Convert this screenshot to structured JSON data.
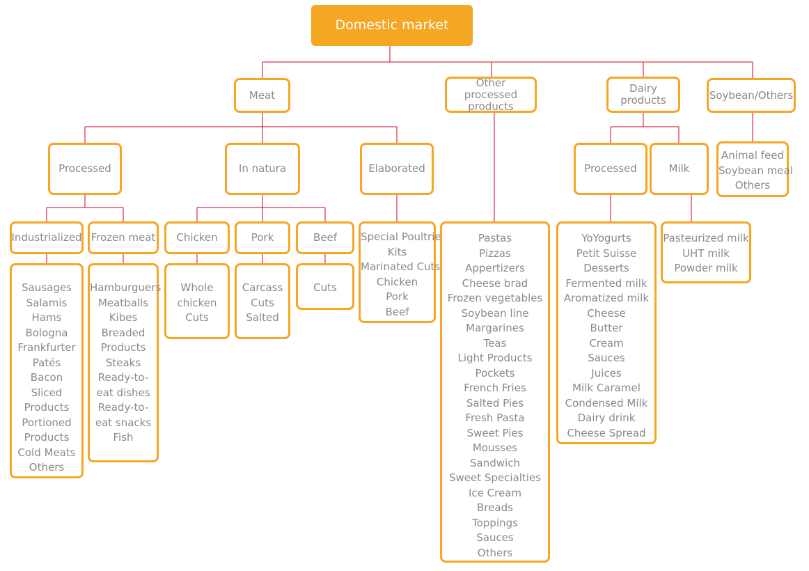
{
  "root": "Domestic market",
  "meat": {
    "label": "Meat",
    "processed": "Processed",
    "in_natura": "In natura",
    "elaborated": "Elaborated",
    "industrialized": "Industrialized",
    "frozen_meat": "Frozen meat",
    "chicken": "Chicken",
    "pork": "Pork",
    "beef": "Beef",
    "industrialized_items": [
      "Sausages",
      "Salamis",
      "Hams",
      "Bologna",
      "Frankfurter",
      "Patés",
      "Bacon",
      "Sliced",
      "Products",
      "Portioned",
      "Products",
      "Cold Meats",
      "Others"
    ],
    "frozen_items": [
      "Hamburguers",
      "Meatballs",
      "Kibes",
      "Breaded",
      "Products",
      "Steaks",
      "Ready-to-",
      "eat dishes",
      "Ready-to-",
      "eat snacks",
      "Fish"
    ],
    "chicken_items": [
      "Whole",
      "chicken",
      "Cuts"
    ],
    "pork_items": [
      "Carcass",
      "Cuts",
      "Salted"
    ],
    "beef_items": [
      "Cuts"
    ],
    "elaborated_items": [
      "Special Poultries",
      "Kits",
      "Marinated Cuts",
      "Chicken",
      "Pork",
      "Beef"
    ]
  },
  "other_processed": {
    "label": "Other processed products",
    "items": [
      "Pastas",
      "Pizzas",
      "Appertizers",
      "Cheese brad",
      "Frozen vegetables",
      "Soybean line",
      "Margarines",
      "Teas",
      "Light Products",
      "Pockets",
      "French Fries",
      "Salted Pies",
      "Fresh Pasta",
      "Sweet Pies",
      "Mousses",
      "Sandwich",
      "Sweet Specialties",
      "Ice Cream",
      "Breads",
      "Toppings",
      "Sauces",
      "Others"
    ]
  },
  "dairy": {
    "label": "Dairy products",
    "processed": "Processed",
    "milk": "Milk",
    "processed_items": [
      "YoYogurts",
      "Petit Suisse",
      "Desserts",
      "Fermented milk",
      "Aromatized milk",
      "Cheese",
      "Butter",
      "Cream",
      "Sauces",
      "Juices",
      "Milk Caramel",
      "Condensed Milk",
      "Dairy drink",
      "Cheese Spread"
    ],
    "milk_items": [
      "Pasteurized milk",
      "UHT milk",
      "Powder milk"
    ]
  },
  "soybean": {
    "label": "Soybean/Others",
    "items": [
      "Animal feed",
      "Soybean meal",
      "Others"
    ]
  },
  "colors": {
    "box_border": "#f5a623",
    "root_fill": "#f5a623",
    "connector": "#d9001f",
    "text": "#8a8a8a"
  }
}
